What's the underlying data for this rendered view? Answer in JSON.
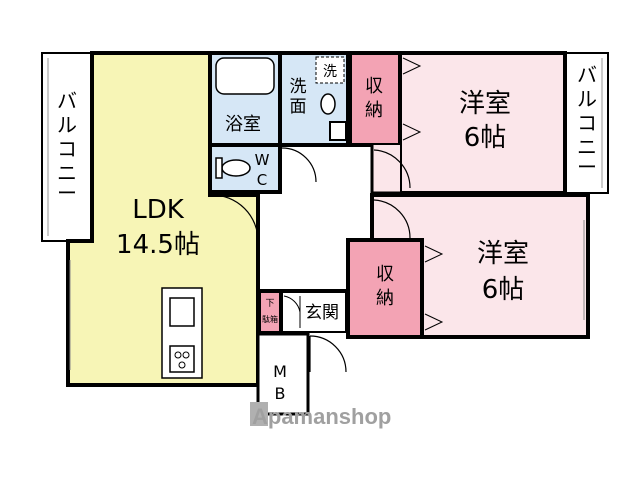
{
  "rooms": {
    "ldk": {
      "name": "LDK",
      "size": "14.5帖",
      "color": "#f7f5b6"
    },
    "western1": {
      "name": "洋室",
      "size": "6帖",
      "color": "#fbe6ea"
    },
    "western2": {
      "name": "洋室",
      "size": "6帖",
      "color": "#fbe6ea"
    },
    "closet1": {
      "label_line1": "収",
      "label_line2": "納",
      "color": "#f3a3b4"
    },
    "closet2": {
      "label_line1": "収",
      "label_line2": "納",
      "color": "#f3a3b4"
    },
    "bath": {
      "name": "浴室",
      "color": "#d6e7f6"
    },
    "washroom": {
      "line1": "洗",
      "line2": "面",
      "color": "#d6e7f6"
    },
    "washer": {
      "label": "洗"
    },
    "wc": {
      "line1": "W",
      "line2": "C",
      "color": "#d6e7f6"
    },
    "entrance": {
      "name": "玄関"
    },
    "shoe_box": {
      "line1": "下",
      "line2": "駄箱",
      "color": "#f3a3b4"
    },
    "meter_box": {
      "line1": "M",
      "line2": "B"
    }
  },
  "balconies": {
    "left": {
      "label": [
        "バ",
        "ル",
        "コ",
        "ニ",
        "ー"
      ]
    },
    "right": {
      "label": [
        "バ",
        "ル",
        "コ",
        "ニ",
        "ー"
      ]
    }
  },
  "watermark": {
    "text": "Apamanshop"
  }
}
